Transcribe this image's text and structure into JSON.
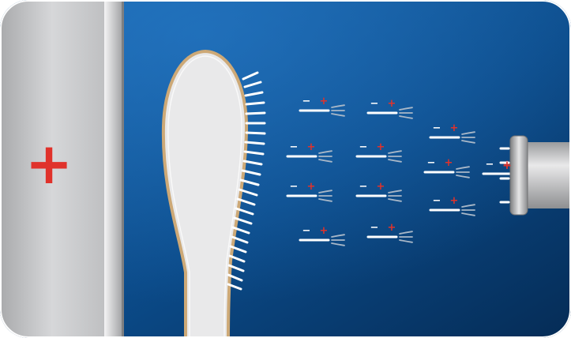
{
  "plate": {
    "symbol": "+",
    "symbol_color": "#e0322b"
  },
  "charges": {
    "negative_symbol": "−",
    "positive_symbol": "+",
    "positive_color": "#e0322b",
    "line_color": "#ffffff"
  },
  "colors": {
    "background_dark": "#083a6e",
    "background_light": "#1a63a8",
    "plate_gray": "#c9cacc",
    "brush_fill": "#e8e8e8",
    "brush_outline": "#c8a97a"
  },
  "particles": [
    {
      "id": 1,
      "neg_label": "−",
      "pos_label": "+"
    },
    {
      "id": 2,
      "neg_label": "−",
      "pos_label": "+"
    },
    {
      "id": 3,
      "neg_label": "−",
      "pos_label": "+"
    },
    {
      "id": 4,
      "neg_label": "−",
      "pos_label": "+"
    },
    {
      "id": 5,
      "neg_label": "−",
      "pos_label": "+"
    },
    {
      "id": 6,
      "neg_label": "−",
      "pos_label": "+"
    },
    {
      "id": 7,
      "neg_label": "−",
      "pos_label": "+"
    },
    {
      "id": 8,
      "neg_label": "−",
      "pos_label": "+"
    },
    {
      "id": 9,
      "neg_label": "−",
      "pos_label": "+"
    },
    {
      "id": 10,
      "neg_label": "−",
      "pos_label": "+"
    },
    {
      "id": 11,
      "neg_label": "−",
      "pos_label": "+"
    },
    {
      "id": 12,
      "neg_label": "−",
      "pos_label": "+"
    }
  ],
  "nozzle": {
    "symbol": "+",
    "symbol_color": "#e0322b"
  }
}
